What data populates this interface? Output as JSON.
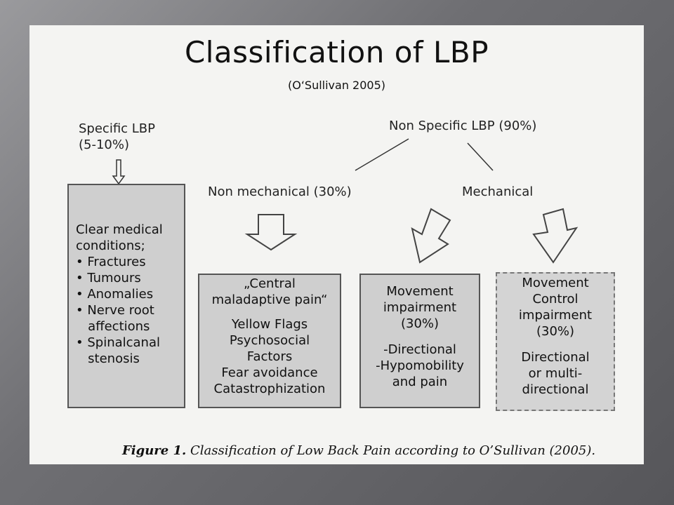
{
  "title": "Classification of LBP",
  "subtitle": "(O‘Sullivan 2005)",
  "specific_label": [
    "Specific LBP",
    "(5-10%)"
  ],
  "non_specific_label": "Non Specific LBP (90%)",
  "non_mechanical_label": "Non mechanical (30%)",
  "mechanical_label": "Mechanical",
  "box_specific": {
    "heading": [
      "Clear medical",
      "conditions;"
    ],
    "items": [
      "• Fractures",
      "• Tumours",
      "• Anomalies",
      "• Nerve root",
      "   affections",
      "• Spinalcanal",
      "   stenosis"
    ]
  },
  "box_central": [
    "„Central",
    "maladaptive pain“",
    "",
    "Yellow Flags",
    "Psychosocial",
    "Factors",
    "Fear avoidance",
    "Catastrophization"
  ],
  "box_movement": [
    "Movement",
    "impairment",
    "(30%)",
    "",
    "-Directional",
    "-Hypomobility",
    "and pain"
  ],
  "box_control": [
    "Movement",
    "Control",
    "impairment",
    "(30%)",
    "",
    "Directional",
    "or multi-",
    "directional"
  ],
  "caption": {
    "prefix": "Figure 1.",
    "text": "Classification of Low Back Pain according to O’Sullivan (2005)."
  }
}
